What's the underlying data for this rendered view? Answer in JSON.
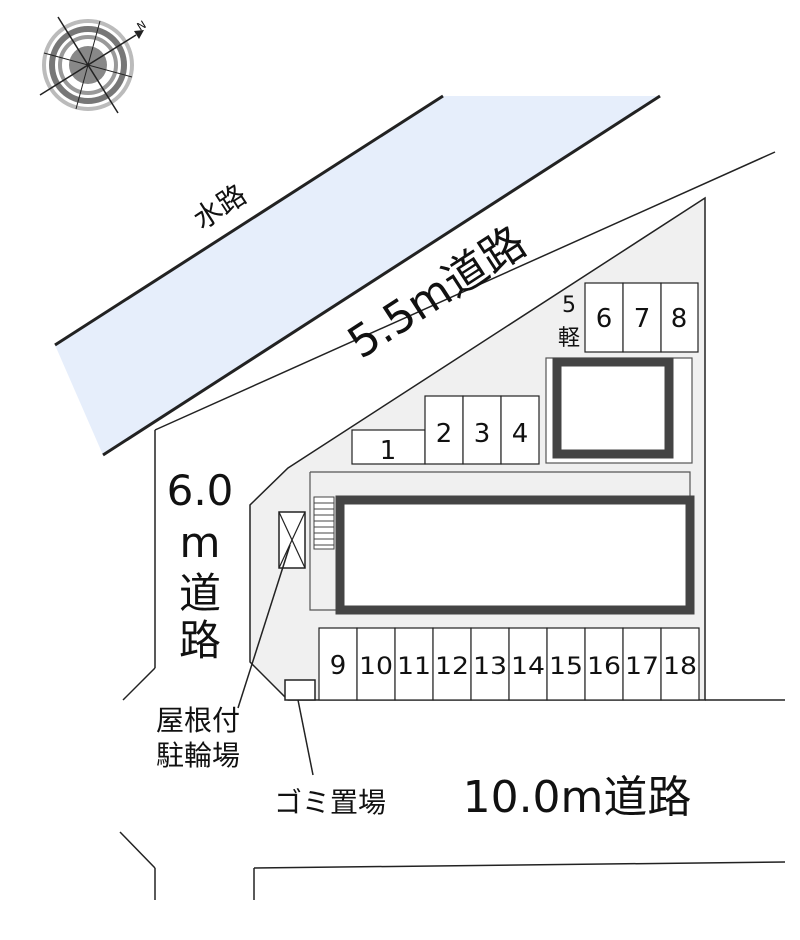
{
  "compass": {
    "north_label": "N",
    "icon": "compass-rose-icon"
  },
  "labels": {
    "waterway": "水路",
    "road_top": "5.5m道路",
    "road_left_1": "6.0",
    "road_left_2": "m",
    "road_left_3": "道",
    "road_left_4": "路",
    "road_bottom": "10.0m道路",
    "bike_parking_1": "屋根付",
    "bike_parking_2": "駐輪場",
    "garbage": "ゴミ置場"
  },
  "parking": {
    "top_right": [
      "5",
      "6",
      "7",
      "8"
    ],
    "top_right_kei": "軽",
    "middle_row": [
      "1",
      "2",
      "3",
      "4"
    ],
    "bottom_row": [
      "9",
      "10",
      "11",
      "12",
      "13",
      "14",
      "15",
      "16",
      "17",
      "18"
    ]
  },
  "colors": {
    "waterway_fill": "#e6eefb",
    "lot_fill": "#f0f0f0",
    "building_border": "#444444",
    "line": "#222222"
  }
}
